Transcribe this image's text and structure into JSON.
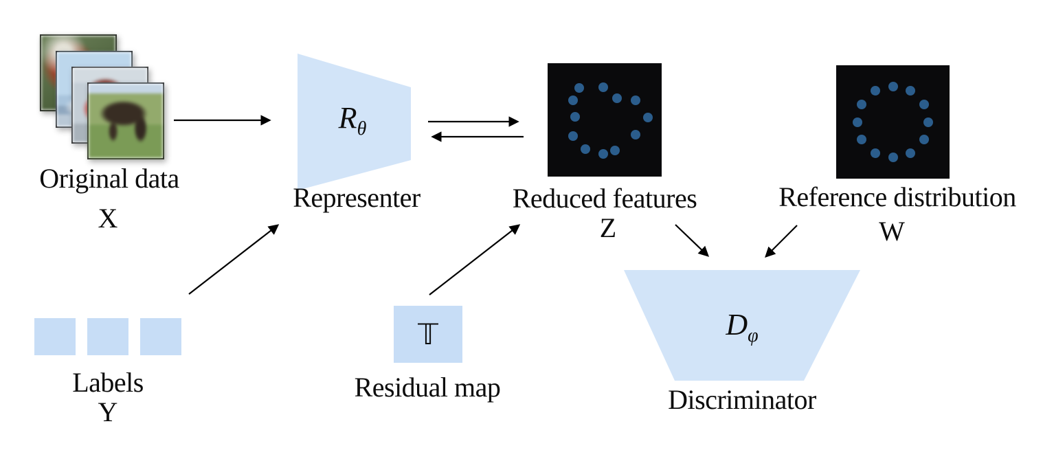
{
  "colors": {
    "background": "#ffffff",
    "shape_fill": "#d2e4f8",
    "square_fill": "#c7ddf6",
    "panel_bg": "#0a0a0c",
    "dot_fill": "#2b5d8c",
    "arrow": "#000000",
    "text": "#0d0d0d"
  },
  "nodes": {
    "original_data": {
      "label": "Original data",
      "symbol": "X"
    },
    "labels": {
      "label": "Labels",
      "symbol": "Y"
    },
    "representer": {
      "label": "Representer",
      "var": "R",
      "var_sub": "θ"
    },
    "residual_map": {
      "label": "Residual map",
      "symbol": "𝕋"
    },
    "reduced_features": {
      "label": "Reduced features",
      "symbol": "Z",
      "dots": [
        [
          0.28,
          0.22
        ],
        [
          0.49,
          0.21
        ],
        [
          0.61,
          0.31
        ],
        [
          0.77,
          0.33
        ],
        [
          0.22,
          0.33
        ],
        [
          0.24,
          0.47
        ],
        [
          0.88,
          0.48
        ],
        [
          0.22,
          0.64
        ],
        [
          0.77,
          0.63
        ],
        [
          0.33,
          0.76
        ],
        [
          0.59,
          0.77
        ],
        [
          0.49,
          0.8
        ]
      ]
    },
    "reference_distribution": {
      "label": "Reference distribution",
      "symbol": "W",
      "dots": [
        [
          0.5,
          0.185
        ],
        [
          0.657,
          0.227
        ],
        [
          0.773,
          0.343
        ],
        [
          0.815,
          0.5
        ],
        [
          0.773,
          0.657
        ],
        [
          0.657,
          0.773
        ],
        [
          0.5,
          0.815
        ],
        [
          0.343,
          0.773
        ],
        [
          0.227,
          0.657
        ],
        [
          0.185,
          0.5
        ],
        [
          0.227,
          0.343
        ],
        [
          0.343,
          0.227
        ]
      ]
    },
    "discriminator": {
      "label": "Discriminator",
      "var": "D",
      "var_sub": "φ"
    }
  },
  "image_stack": [
    "bird-photo",
    "ship-photo",
    "truck-photo",
    "horse-photo"
  ]
}
